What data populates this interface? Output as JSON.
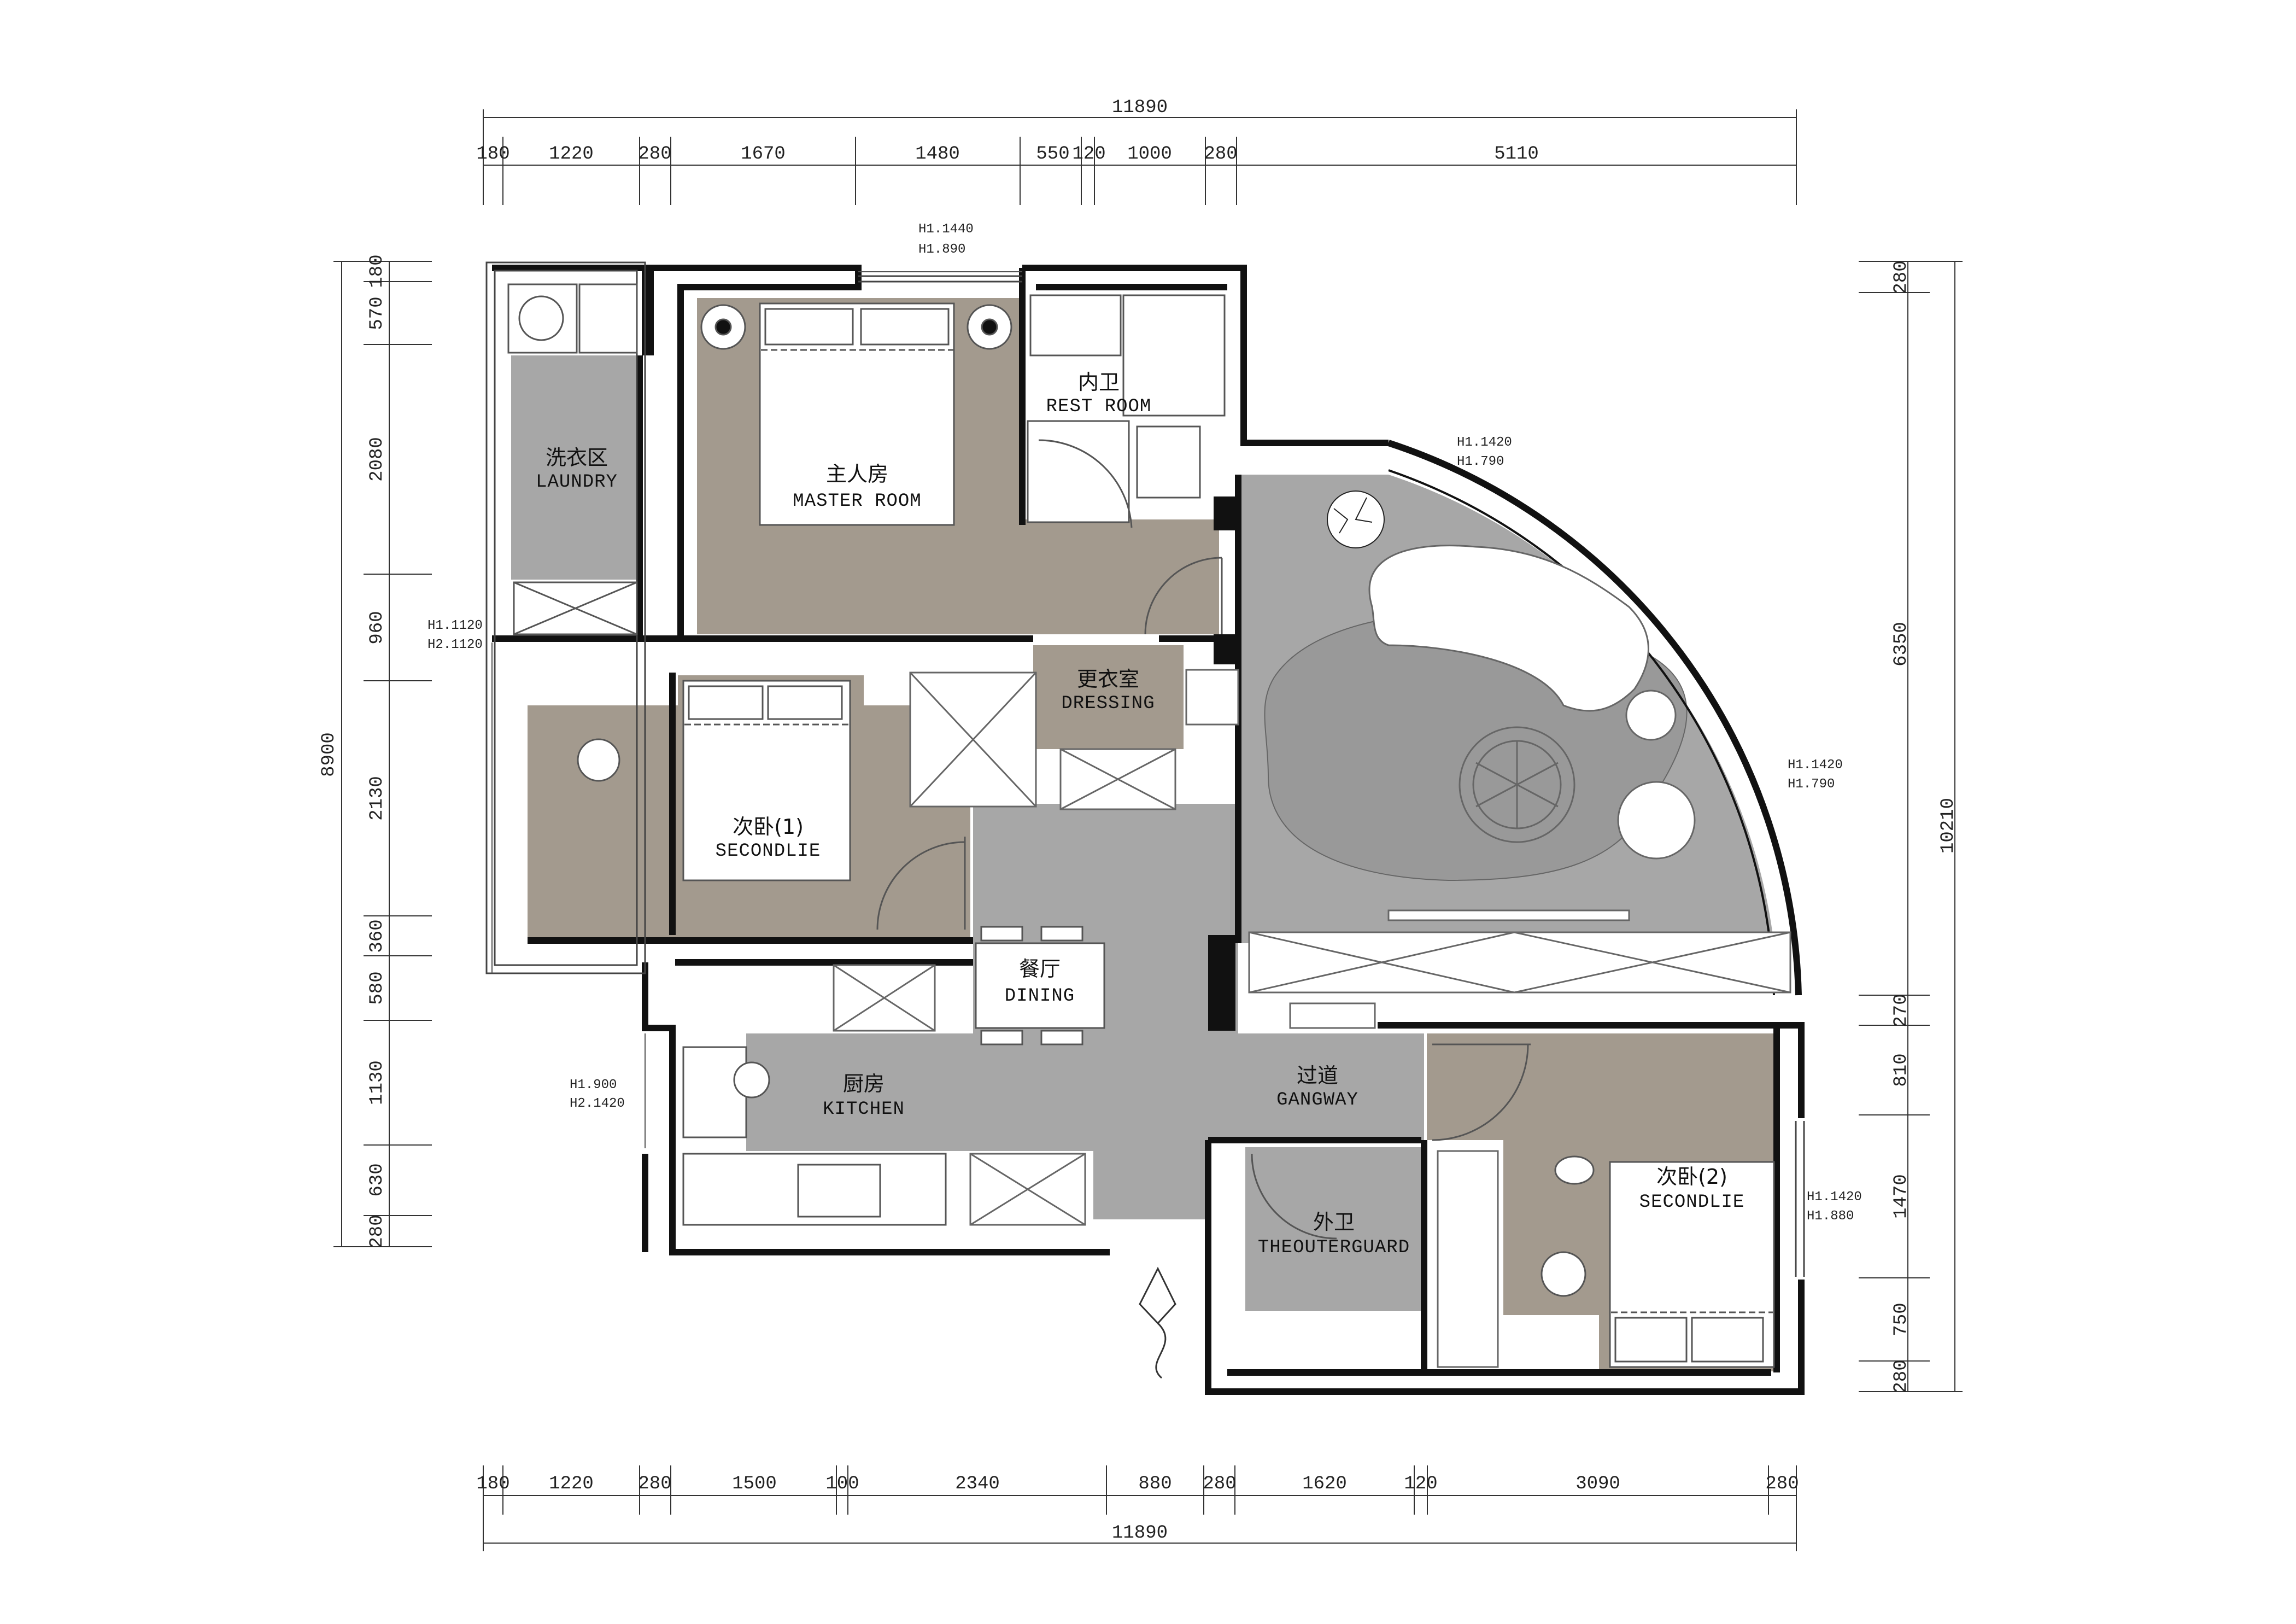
{
  "dimensions": {
    "top_total": "11890",
    "top": [
      "180",
      "1220",
      "280",
      "1670",
      "1480",
      "550",
      "120",
      "1000",
      "280",
      "5110"
    ],
    "bottom_total": "11890",
    "bottom": [
      "180",
      "1220",
      "280",
      "1500",
      "100",
      "2340",
      "880",
      "280",
      "1620",
      "120",
      "3090",
      "280"
    ],
    "left_total": "8900",
    "left": [
      "180",
      "570",
      "2080",
      "960",
      "2130",
      "360",
      "580",
      "1130",
      "630",
      "280"
    ],
    "right_total": "10210",
    "right": [
      "280",
      "6350",
      "270",
      "810",
      "1470",
      "750",
      "280"
    ]
  },
  "window_heights": {
    "north": [
      "H1.1440",
      "H1.890"
    ],
    "arc_top": [
      "H1.1420",
      "H1.790"
    ],
    "arc_right": [
      "H1.1420",
      "H1.790"
    ],
    "laundry": [
      "H1.1120",
      "H2.1120"
    ],
    "kitchen": [
      "H1.900",
      "H2.1420"
    ],
    "bedroom2": [
      "H1.1420",
      "H1.880"
    ]
  },
  "rooms": {
    "laundry": {
      "cn": "洗衣区",
      "en": "LAUNDRY"
    },
    "master": {
      "cn": "主人房",
      "en": "MASTER ROOM"
    },
    "restroom": {
      "cn": "内卫",
      "en": "REST ROOM"
    },
    "dressing": {
      "cn": "更衣室",
      "en": "DRESSING"
    },
    "second1": {
      "cn": "次卧(1)",
      "en": "SECONDLIE"
    },
    "dining": {
      "cn": "餐厅",
      "en": "DINING"
    },
    "kitchen": {
      "cn": "厨房",
      "en": "KITCHEN"
    },
    "gangway": {
      "cn": "过道",
      "en": "GANGWAY"
    },
    "outer": {
      "cn": "外卫",
      "en": "THEOUTERGUARD"
    },
    "second2": {
      "cn": "次卧(2)",
      "en": "SECONDLIE"
    }
  },
  "colors": {
    "floor_gray": "#a7a7a7",
    "floor_taupe": "#a39a8e",
    "wall": "#111111",
    "line": "#555555"
  }
}
